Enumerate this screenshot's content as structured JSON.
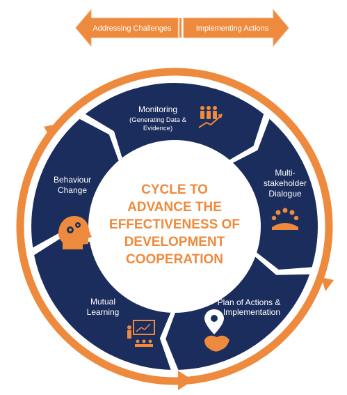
{
  "colors": {
    "navy": "#1b2d5c",
    "orange": "#ee8a3d",
    "orange_light": "#f3a56a",
    "white": "#ffffff"
  },
  "top_arrows": {
    "left_label": "Addressing Challenges",
    "right_label": "Implementing Actions"
  },
  "center": {
    "lines": [
      "CYCLE TO",
      "ADVANCE THE",
      "EFFECTIVENESS OF",
      "DEVELOPMENT",
      "COOPERATION"
    ]
  },
  "segments": [
    {
      "id": "monitoring",
      "lines": [
        "Monitoring"
      ],
      "sublines": [
        "(Generating Data &",
        "Evidence)"
      ],
      "icon": "people-growth-icon"
    },
    {
      "id": "dialogue",
      "lines": [
        "Multi-",
        "stakeholder",
        "Dialogue"
      ],
      "sublines": [],
      "icon": "meeting-icon"
    },
    {
      "id": "plan",
      "lines": [
        "Plan of Actions &",
        "Implementation"
      ],
      "sublines": [],
      "icon": "map-pin-icon"
    },
    {
      "id": "learning",
      "lines": [
        "Mutual",
        "Learning"
      ],
      "sublines": [],
      "icon": "presentation-icon"
    },
    {
      "id": "behaviour",
      "lines": [
        "Behaviour",
        "Change"
      ],
      "sublines": [],
      "icon": "head-gears-icon"
    }
  ]
}
